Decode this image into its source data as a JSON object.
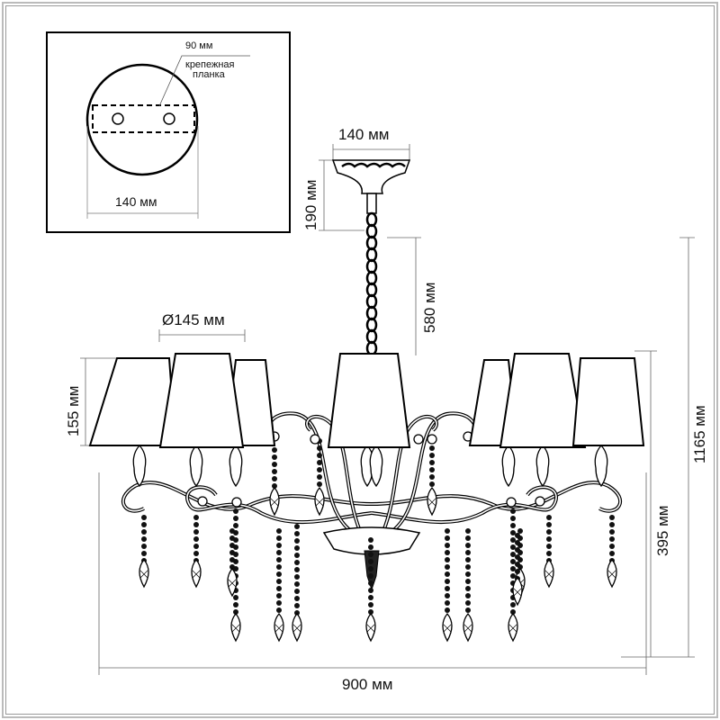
{
  "inset": {
    "plate_width": "90 мм",
    "plate_label_line1": "крепежная",
    "plate_label_line2": "планка",
    "diameter": "140 мм"
  },
  "dimensions": {
    "canopy_width": "140 мм",
    "canopy_height": "190 мм",
    "chain_length": "580 мм",
    "shade_diameter": "Ø145 мм",
    "shade_height": "155 мм",
    "total_height": "1165 мм",
    "body_height": "395 мм",
    "total_width": "900 мм"
  }
}
